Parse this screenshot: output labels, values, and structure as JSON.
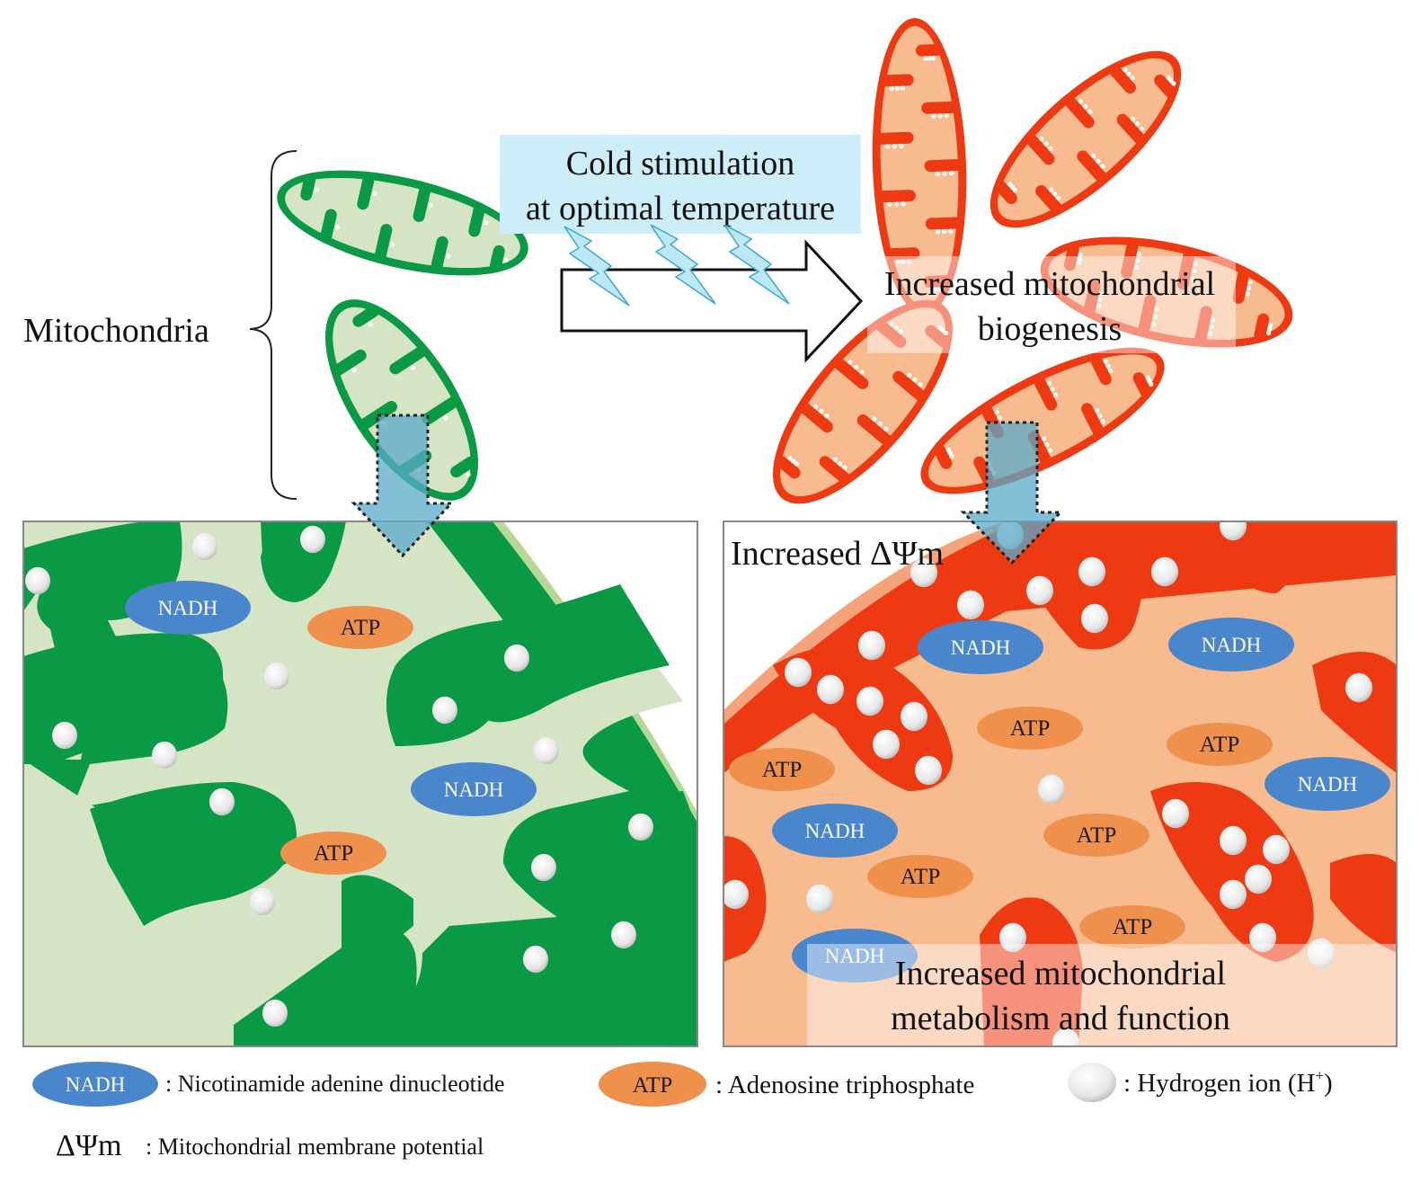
{
  "title_box": {
    "line1": "Cold stimulation",
    "line2": "at optimal temperature"
  },
  "mitochondria_label": "Mitochondria",
  "biogenesis_label": {
    "line1": "Increased mitochondrial",
    "line2": "biogenesis"
  },
  "right_panel": {
    "potential_label": "Increased ΔΨm",
    "function_label": {
      "line1": "Increased mitochondrial",
      "line2": "metabolism and function"
    }
  },
  "molecules": {
    "nadh": "NADH",
    "atp": "ATP"
  },
  "legend": {
    "nadh_symbol": "NADH",
    "nadh_desc": ": Nicotinamide adenine dinucleotide",
    "atp_symbol": "ATP",
    "atp_desc": ": Adenosine triphosphate",
    "h_desc_prefix": ": Hydrogen ion (H",
    "h_desc_sup": "+",
    "h_desc_suffix": ")",
    "dpsi_symbol": "ΔΨm",
    "dpsi_desc": ": Mitochondrial membrane potential"
  },
  "colors": {
    "green_dark": "#0a9a45",
    "green_light": "#d5e4c4",
    "red_dark": "#ee3a12",
    "red_light": "#f8bb90",
    "nadh_blue": "#4a86cc",
    "atp_orange": "#ef914c",
    "cyan_box": "#cdeef8",
    "lightning": "#bfe8f7"
  }
}
